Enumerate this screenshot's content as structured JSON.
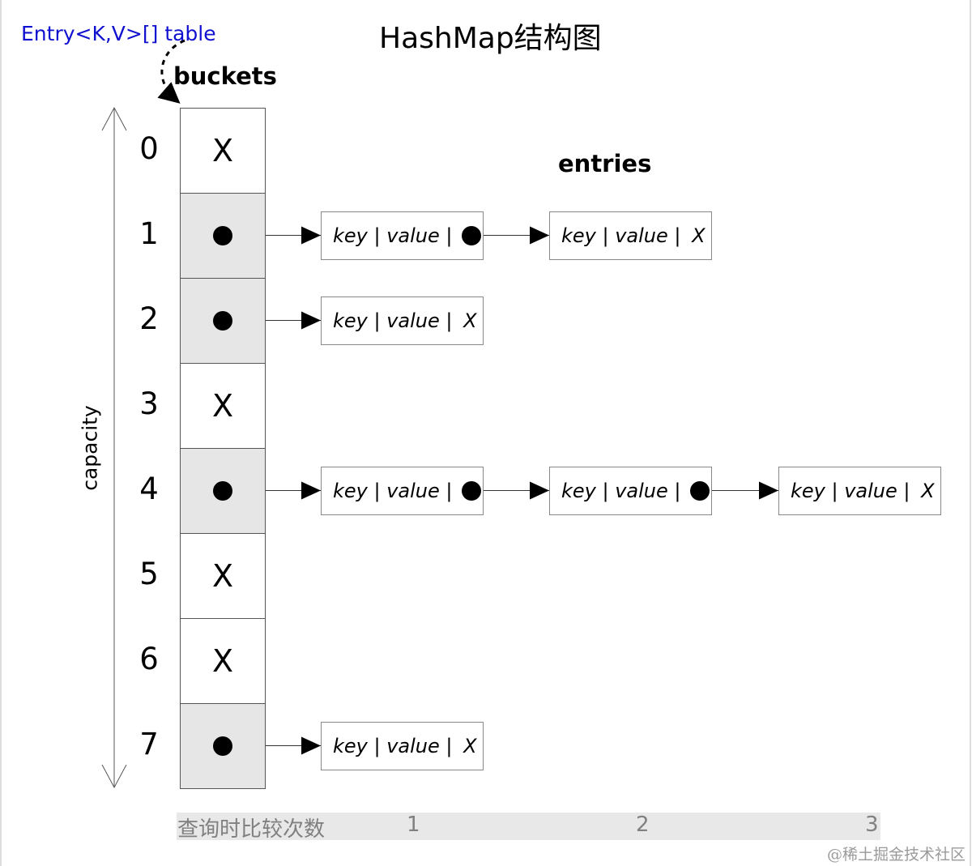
{
  "title": "HashMap结构图",
  "table_label": "Entry<K,V>[] table",
  "buckets_label": "buckets",
  "entries_label": "entries",
  "capacity_label": "capacity",
  "empty_marker": "X",
  "entry_text": "key | value | ",
  "buckets": [
    {
      "index": "0",
      "chain_length": 0
    },
    {
      "index": "1",
      "chain_length": 2
    },
    {
      "index": "2",
      "chain_length": 1
    },
    {
      "index": "3",
      "chain_length": 0
    },
    {
      "index": "4",
      "chain_length": 3
    },
    {
      "index": "5",
      "chain_length": 0
    },
    {
      "index": "6",
      "chain_length": 0
    },
    {
      "index": "7",
      "chain_length": 1
    }
  ],
  "comparison_bar": {
    "label": "查询时比较次数",
    "ticks": [
      "1",
      "2",
      "3"
    ]
  },
  "watermark": "@稀土掘金技术社区",
  "colors": {
    "table_label": "#1010d0",
    "filled_bucket": "#e6e6e6",
    "comparison_bar": "#e8e8e8",
    "comparison_text": "#808080"
  }
}
